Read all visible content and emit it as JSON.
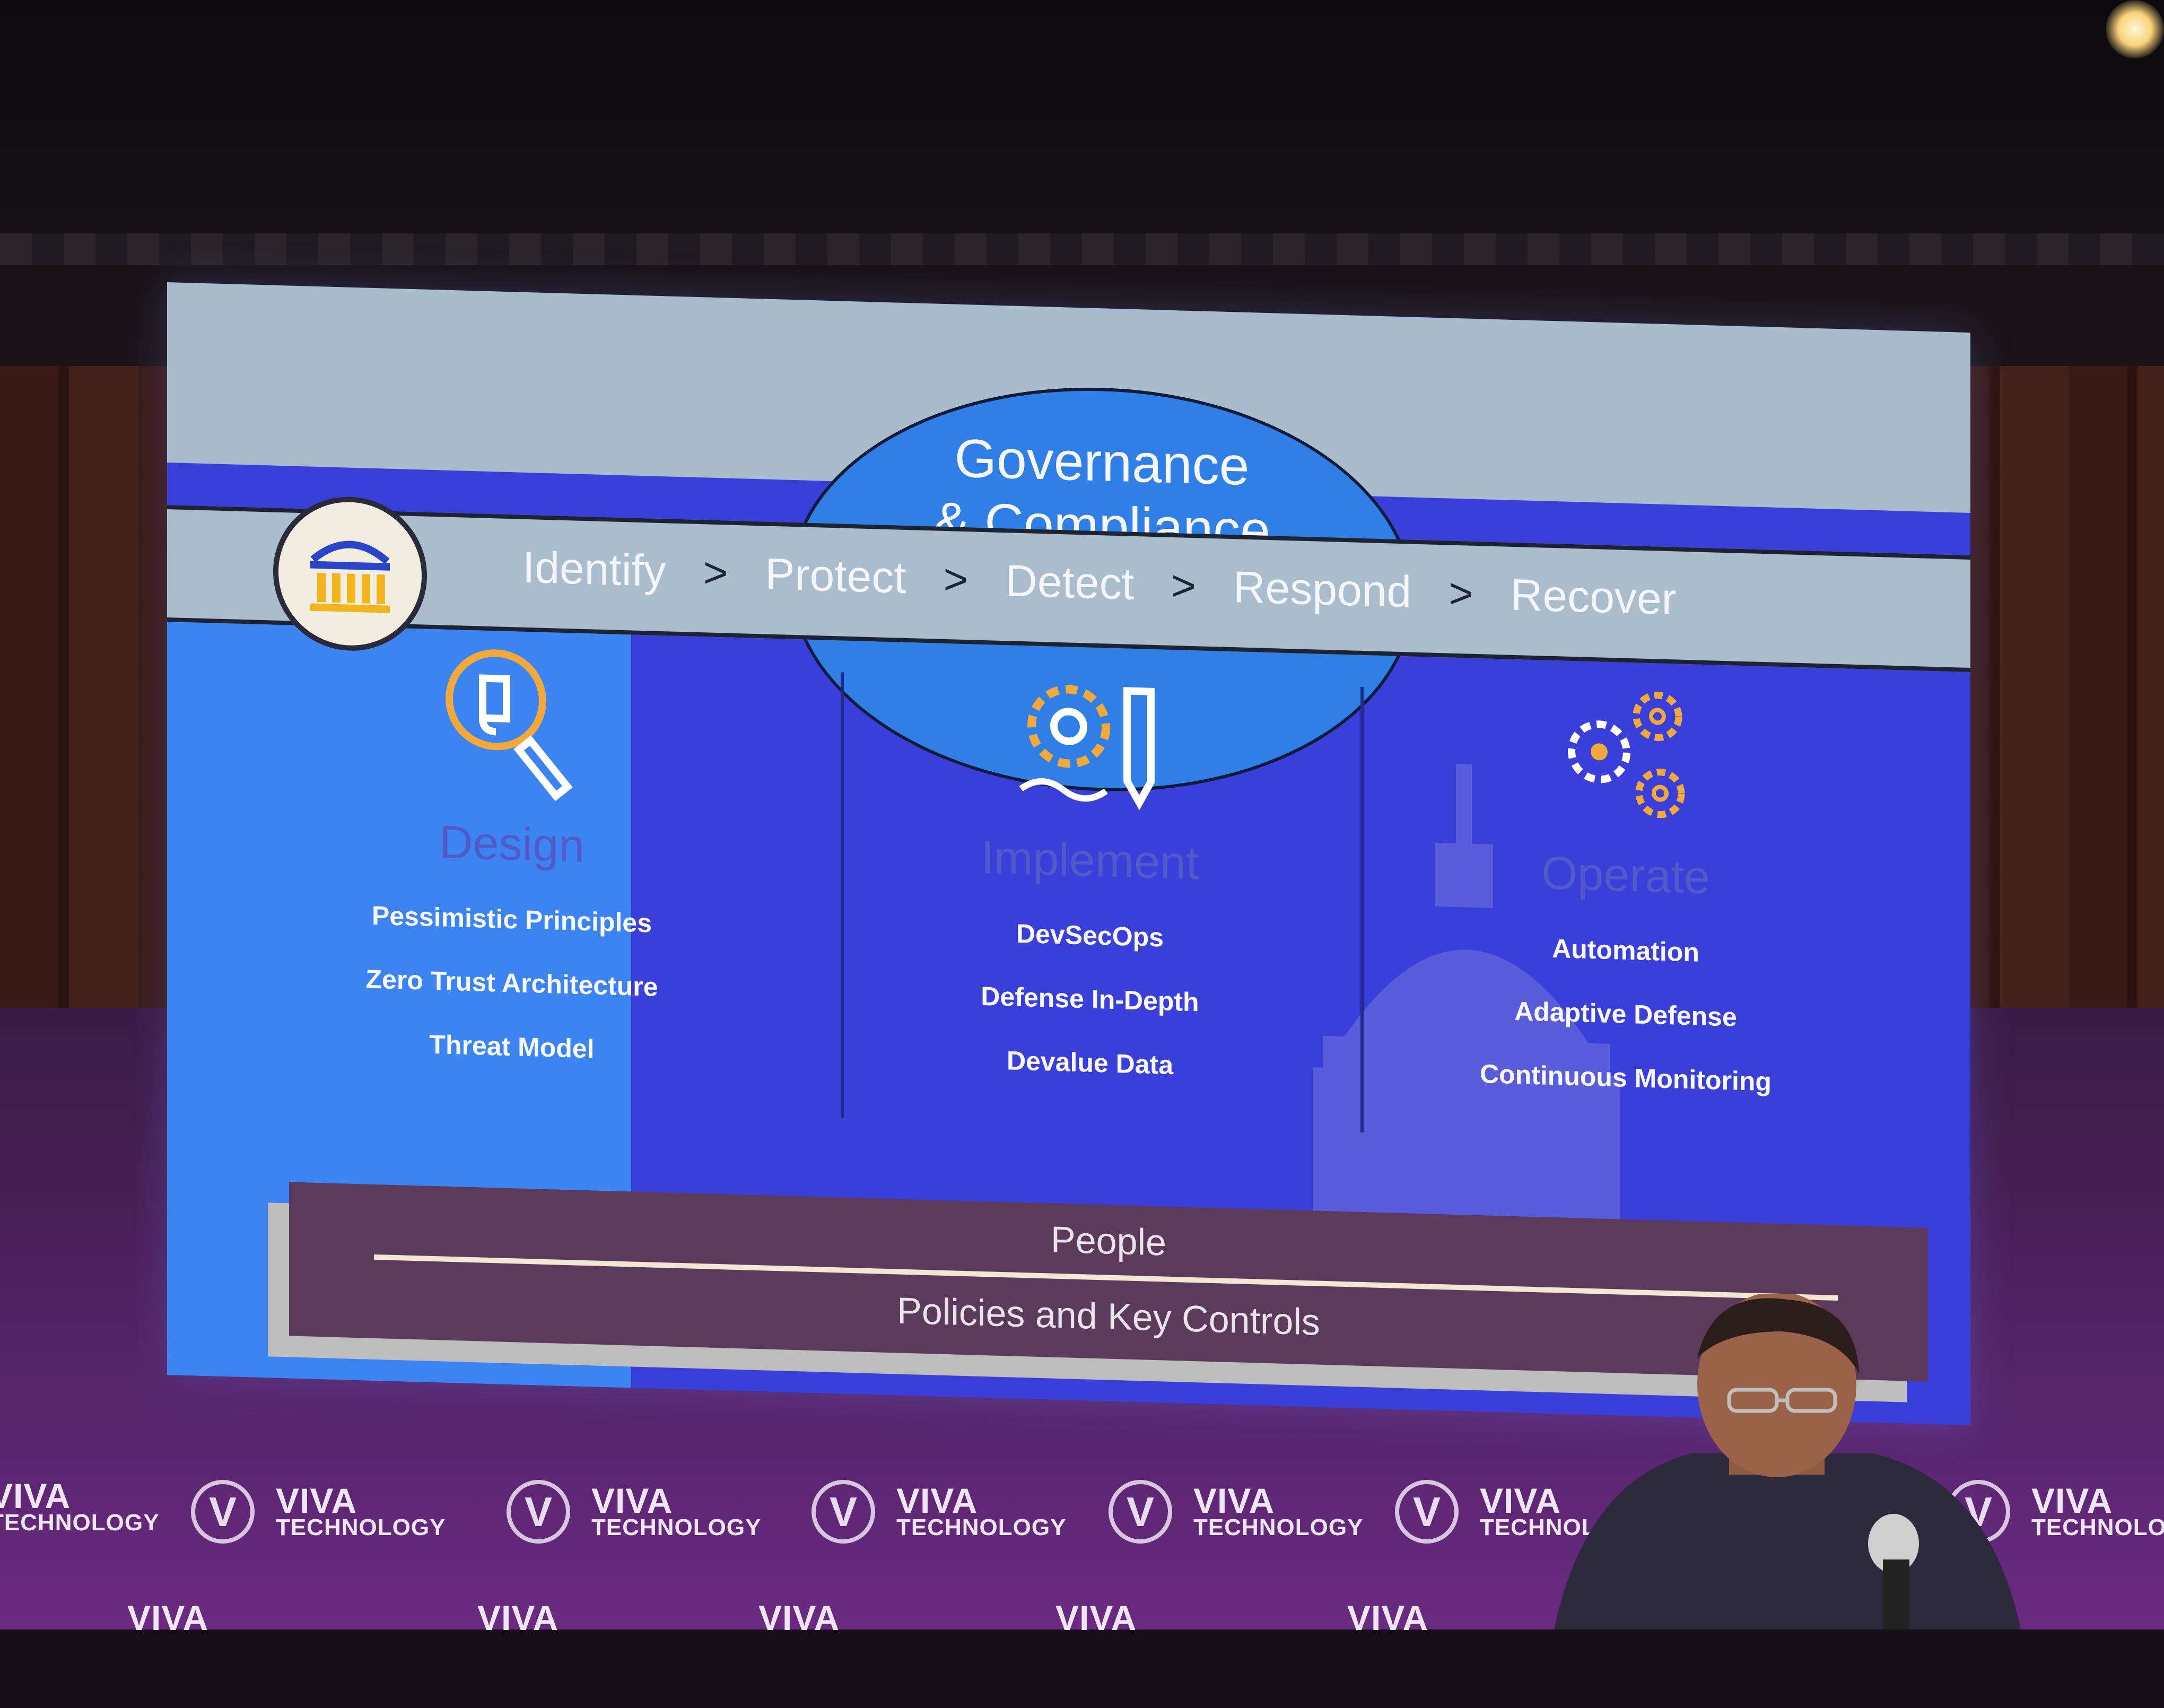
{
  "slide": {
    "dome_title_line1": "Governance",
    "dome_title_line2": "& Compliance",
    "steps": [
      "Identify",
      "Protect",
      "Detect",
      "Respond",
      "Recover"
    ],
    "step_separator": ">",
    "columns": [
      {
        "title": "Design",
        "items": [
          "Pessimistic  Principles",
          "Zero Trust Architecture",
          "Threat Model"
        ],
        "icon": "magnifier-document-icon"
      },
      {
        "title": "Implement",
        "items": [
          "DevSecOps",
          "Defense In-Depth",
          "Devalue Data"
        ],
        "icon": "gear-pen-icon"
      },
      {
        "title": "Operate",
        "items": [
          "Automation",
          "Adaptive Defense",
          "Continuous Monitoring"
        ],
        "icon": "three-gears-icon"
      }
    ],
    "bottom_top": "People",
    "bottom_bottom": "Policies and Key Controls",
    "emblem_icon": "government-building-icon"
  },
  "backdrop": {
    "brand_line1": "VIVA",
    "brand_line2": "TECHNOLOGY",
    "brand_mark": "V"
  },
  "colors": {
    "slide_blue": "#3b3fd9",
    "accent_blue": "#3b84f2",
    "dome_blue": "#2f7fe6",
    "band_gray": "#a9bdcc",
    "icon_orange": "#f2a93b",
    "panel": "#5c3a5c",
    "backdrop_purple": "#4a2058"
  }
}
